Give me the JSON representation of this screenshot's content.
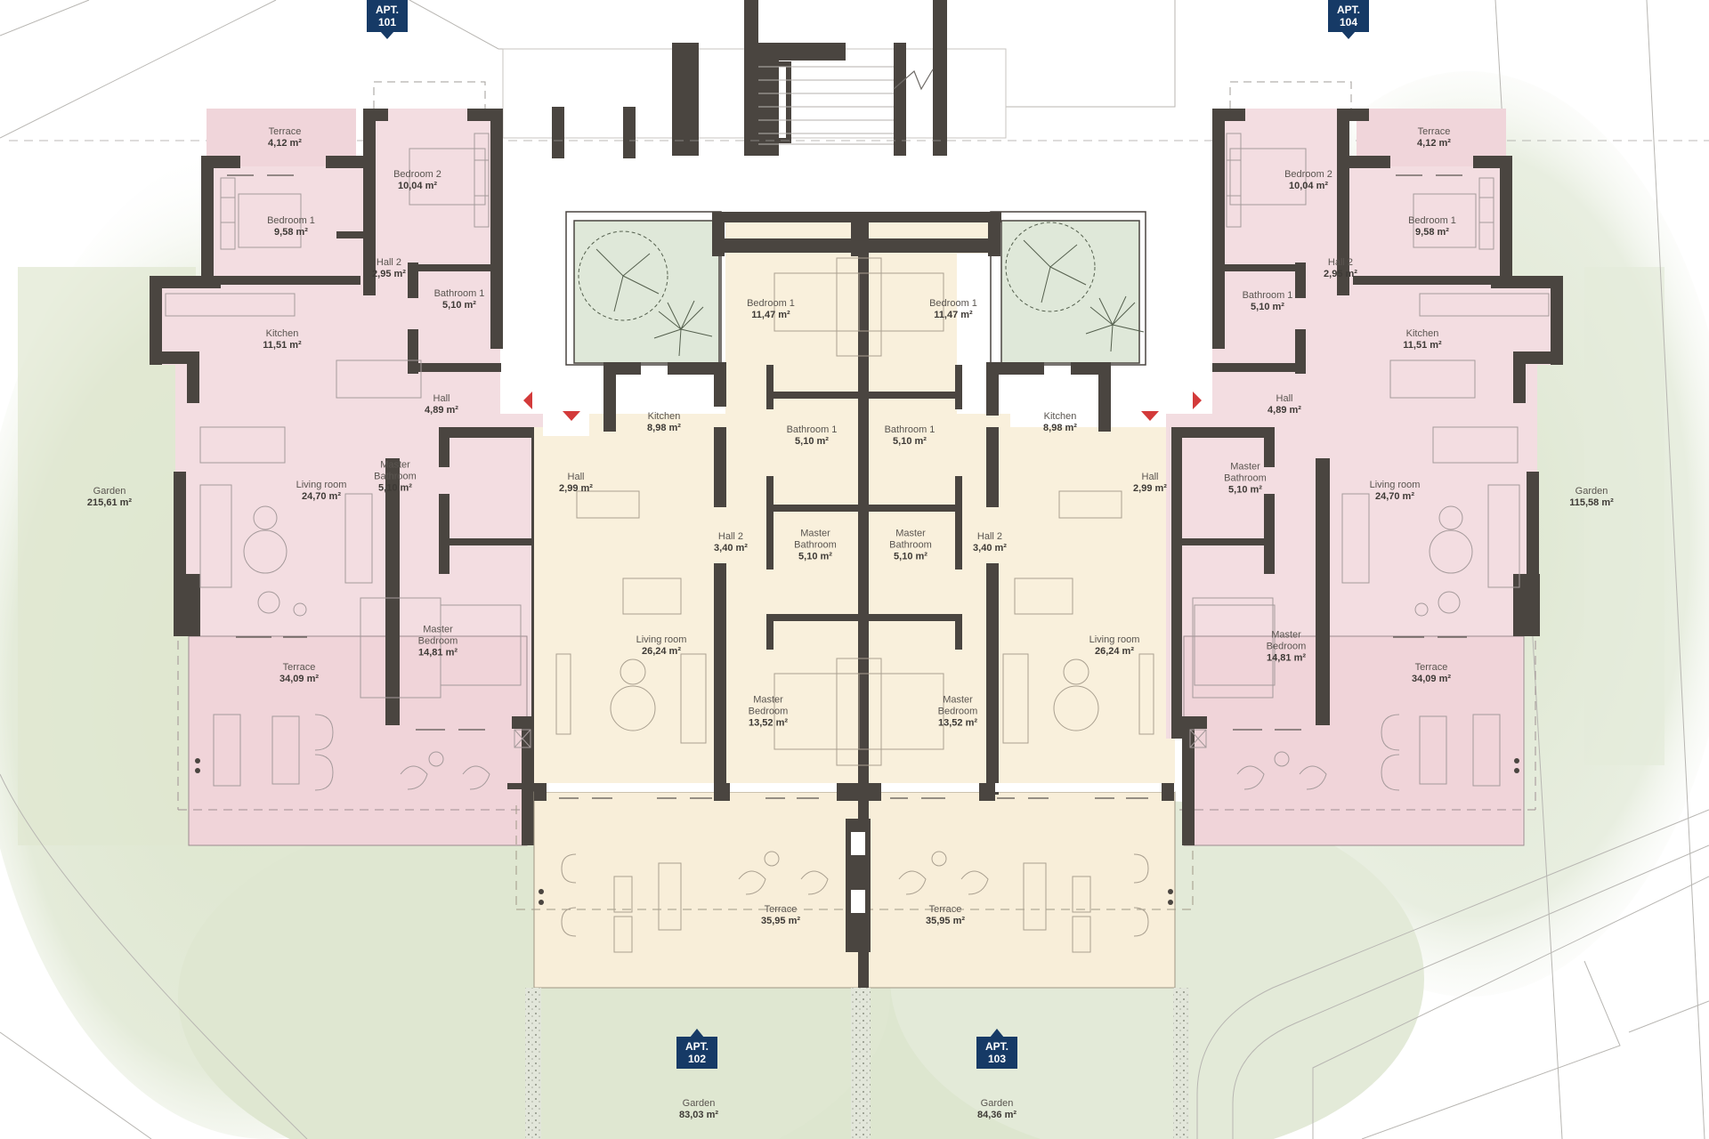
{
  "colors": {
    "wall": "#4a4540",
    "pink_unit": "#f3dde1",
    "cream_unit": "#f9f0dc",
    "garden": "#dde6cf",
    "planter": "#dfe8d9",
    "badge": "#163a66",
    "entrance_arrow": "#d33a3a"
  },
  "apartments": [
    {
      "id": "apt101",
      "badge_line1": "APT.",
      "badge_line2": "101",
      "rooms": [
        {
          "name": "Terrace",
          "area": "4,12 m²"
        },
        {
          "name": "Bedroom 2",
          "area": "10,04 m²"
        },
        {
          "name": "Bedroom 1",
          "area": "9,58 m²"
        },
        {
          "name": "Hall 2",
          "area": "2,95 m²"
        },
        {
          "name": "Bathroom 1",
          "area": "5,10 m²"
        },
        {
          "name": "Kitchen",
          "area": "11,51 m²"
        },
        {
          "name": "Hall",
          "area": "4,89 m²"
        },
        {
          "name": "Living room",
          "area": "24,70 m²"
        },
        {
          "name": "Master Bathroom",
          "area": "5,10 m²"
        },
        {
          "name": "Master Bedroom",
          "area": "14,81 m²"
        },
        {
          "name": "Terrace",
          "area": "34,09 m²"
        },
        {
          "name": "Garden",
          "area": "215,61 m²"
        }
      ]
    },
    {
      "id": "apt102",
      "badge_line1": "APT.",
      "badge_line2": "102",
      "rooms": [
        {
          "name": "Bedroom 1",
          "area": "11,47 m²"
        },
        {
          "name": "Kitchen",
          "area": "8,98 m²"
        },
        {
          "name": "Bathroom 1",
          "area": "5,10 m²"
        },
        {
          "name": "Hall",
          "area": "2,99 m²"
        },
        {
          "name": "Hall 2",
          "area": "3,40 m²"
        },
        {
          "name": "Master Bathroom",
          "area": "5,10 m²"
        },
        {
          "name": "Living room",
          "area": "26,24 m²"
        },
        {
          "name": "Master Bedroom",
          "area": "13,52 m²"
        },
        {
          "name": "Terrace",
          "area": "35,95 m²"
        },
        {
          "name": "Garden",
          "area": "83,03 m²"
        }
      ]
    },
    {
      "id": "apt103",
      "badge_line1": "APT.",
      "badge_line2": "103",
      "rooms": [
        {
          "name": "Bedroom 1",
          "area": "11,47 m²"
        },
        {
          "name": "Bathroom 1",
          "area": "5,10 m²"
        },
        {
          "name": "Kitchen",
          "area": "8,98 m²"
        },
        {
          "name": "Hall",
          "area": "2,99 m²"
        },
        {
          "name": "Master Bathroom",
          "area": "5,10 m²"
        },
        {
          "name": "Hall 2",
          "area": "3,40 m²"
        },
        {
          "name": "Living room",
          "area": "26,24 m²"
        },
        {
          "name": "Master Bedroom",
          "area": "13,52 m²"
        },
        {
          "name": "Terrace",
          "area": "35,95 m²"
        },
        {
          "name": "Garden",
          "area": "84,36 m²"
        }
      ]
    },
    {
      "id": "apt104",
      "badge_line1": "APT.",
      "badge_line2": "104",
      "rooms": [
        {
          "name": "Terrace",
          "area": "4,12 m²"
        },
        {
          "name": "Bedroom 2",
          "area": "10,04 m²"
        },
        {
          "name": "Bedroom 1",
          "area": "9,58 m²"
        },
        {
          "name": "Hall 2",
          "area": "2,95 m²"
        },
        {
          "name": "Bathroom 1",
          "area": "5,10 m²"
        },
        {
          "name": "Kitchen",
          "area": "11,51 m²"
        },
        {
          "name": "Hall",
          "area": "4,89 m²"
        },
        {
          "name": "Living room",
          "area": "24,70 m²"
        },
        {
          "name": "Master Bathroom",
          "area": "5,10 m²"
        },
        {
          "name": "Master Bedroom",
          "area": "14,81 m²"
        },
        {
          "name": "Terrace",
          "area": "34,09 m²"
        },
        {
          "name": "Garden",
          "area": "115,58 m²"
        }
      ]
    }
  ]
}
